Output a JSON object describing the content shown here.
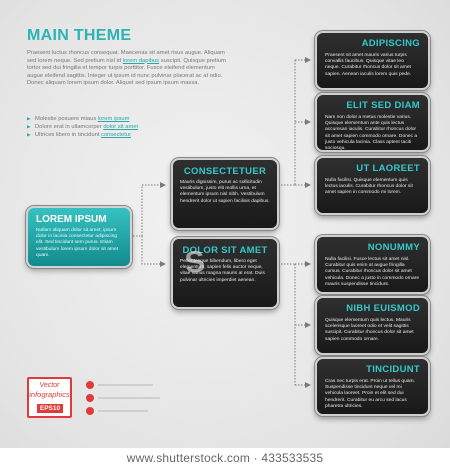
{
  "intro": {
    "title": "MAIN THEME",
    "paragraph_1": "Praesent luctus rhoncus consequat. Maecenas sit amet risus augue. Aliquam sed lorem neque. Sed pretium nisl id",
    "paragraph_link": "lorem dapibus",
    "paragraph_2": "suscipit. Quisque pretium tortor sed dui fringilla et tempor turpis porttitor. Fusce eleifend elementum augue eleifend sagittis. Integer ut ipsum id nunc pulvinar placerat ac at odio. Donec aliquam lorem ipsum dolor. Aliquet sed ipsum ipsum massa.",
    "bullets": [
      {
        "text": "Molestie posuere miaus ",
        "link": "lorem ipsum"
      },
      {
        "text": "Dolore erat in ullamcorper ",
        "link": "dolor sit amet"
      },
      {
        "text": "Ultrices libero in tincidunt ",
        "link": "consectetur"
      }
    ]
  },
  "lead": {
    "title": "LOREM IPSUM",
    "body": "Nullam aliquam dolor sit amet, ipsum dolor in lacinia consectetur adipiscing elit. Sed tincidunt sem purus. Etiam vestibulum lorem ipsum dolor sit amet quam."
  },
  "middle": [
    {
      "title": "CONSECTETUER",
      "body": "Mauris dignissim, purus ac sollicitudin vestibulum, justo elit mollis urna, et elementum ipsum nisl nibh. Vestibulum hendrerit dolor ut sapien facilisis dapibus."
    },
    {
      "title": "DOLOR SIT AMET",
      "body": "Pellentesque bibendum, libero eget elementum, sapien felis auctor neque, vitae varius magna mauris at erat. Duis pulvinar ultricies imperdiet aenean."
    }
  ],
  "right": [
    {
      "title": "ADIPISCING",
      "body": "Praesent sit amet mauris varius turpis convallis faucibus. Quisque vitae leo neque. Curabitur rhoncus dolor sit amet sapien. Aenean iaculis lorem quis pede."
    },
    {
      "title": "ELIT SED DIAM",
      "body": "Nam non dolor a metus molestie varius. Quisque elementum ante quis lectus accumsan iaculis. Curabitur rhoncus dolor sit amet sapien commodo ornare. Donec a justo vehicula lacinia. Class aptent taciti sociosqu."
    },
    {
      "title": "UT LAOREET",
      "body": "Nulla facilisi. Quisque elementum quis lectus iaculis. Curabitur rhoncus dolor sit amet sapien in commodo mi lorem."
    },
    {
      "title": "NONUMMY",
      "body": "Nulla facilisi. Fusce lectus sit amet nisl. Curabitur quis enim at augue fringilla cursus. Curabitur rhoncus dolor sit amet vehicula. Donec a justo in commodo ornare mauris suspendisse tincidunt."
    },
    {
      "title": "NIBH EUISMOD",
      "body": "Quisque elementum quis lectus. Mauris scelerisque laoreet odio et velit sagittis suscipit. Curabitur rhoncus dolor sit amet sapien commodo ornare."
    },
    {
      "title": "TINCIDUNT",
      "body": "Cras nec turpis erat. Proin ut tellus quam. Suspendisse tincidunt neque vel mi vehicula laoreet. Proin et elit sed dui hendrerit. Curabitur eu arcu sed lacus pharetra ultricies."
    }
  ],
  "footer": {
    "logo_line1": "Vector",
    "logo_line2": "infographics",
    "badge": "EPS10",
    "url": "www.shutterstock.com · 433533535",
    "watermark": "S"
  },
  "colors": {
    "accent": "#2bb3b5",
    "box_dark": "#1e1e1e",
    "dot_red": "#e03a3a"
  }
}
